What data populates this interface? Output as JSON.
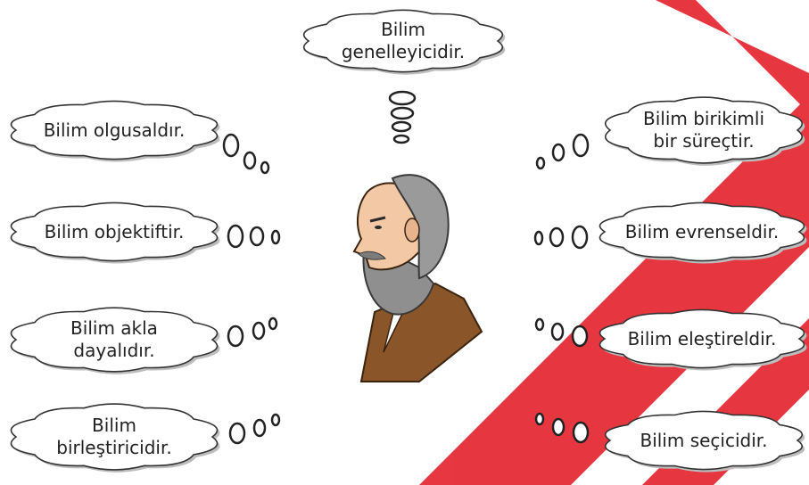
{
  "colors": {
    "watermark": "#e4222c",
    "cloud_fill": "#ffffff",
    "cloud_stroke": "#333333",
    "cloud_shadow": "#bdbdbd"
  },
  "thoughts": {
    "top": "Bilim\ngenelleyicidir.",
    "left_1": "Bilim olgusaldır.",
    "left_2": "Bilim objektiftir.",
    "left_3": "Bilim akla\ndayalıdır.",
    "left_4": "Bilim\nbirleştiricidir.",
    "right_1": "Bilim birikimli\nbir süreçtir.",
    "right_2": "Bilim evrenseldir.",
    "right_3": "Bilim eleştireldir.",
    "right_4": "Bilim seçicidir."
  },
  "figure": {
    "icon": "bearded-thinker-illustration"
  }
}
